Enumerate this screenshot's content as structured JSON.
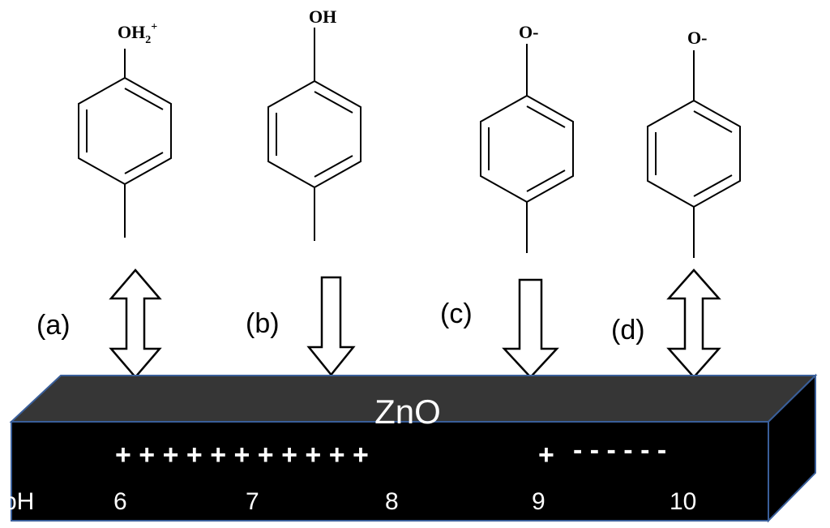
{
  "molecules": [
    {
      "group": "OH",
      "sub": "2",
      "sup": "+"
    },
    {
      "group": "OH",
      "sub": "",
      "sup": ""
    },
    {
      "group": "O-",
      "sub": "",
      "sup": ""
    },
    {
      "group": "O-",
      "sub": "",
      "sup": ""
    }
  ],
  "arrows": [
    {
      "label": "(a)",
      "direction": "both"
    },
    {
      "label": "(b)",
      "direction": "down"
    },
    {
      "label": "(c)",
      "direction": "down"
    },
    {
      "label": "(d)",
      "direction": "both"
    }
  ],
  "block": {
    "label": "ZnO",
    "charges_plus": "+ + + + + + + + + + +",
    "charges_plus_single": "+",
    "charges_minus": "- - - - - -",
    "ph_label": "pH",
    "ph_ticks": [
      "6",
      "7",
      "8",
      "9",
      "10"
    ],
    "top_color": "#363636",
    "front_color": "#000000",
    "edge_color": "#3a5f9a"
  }
}
